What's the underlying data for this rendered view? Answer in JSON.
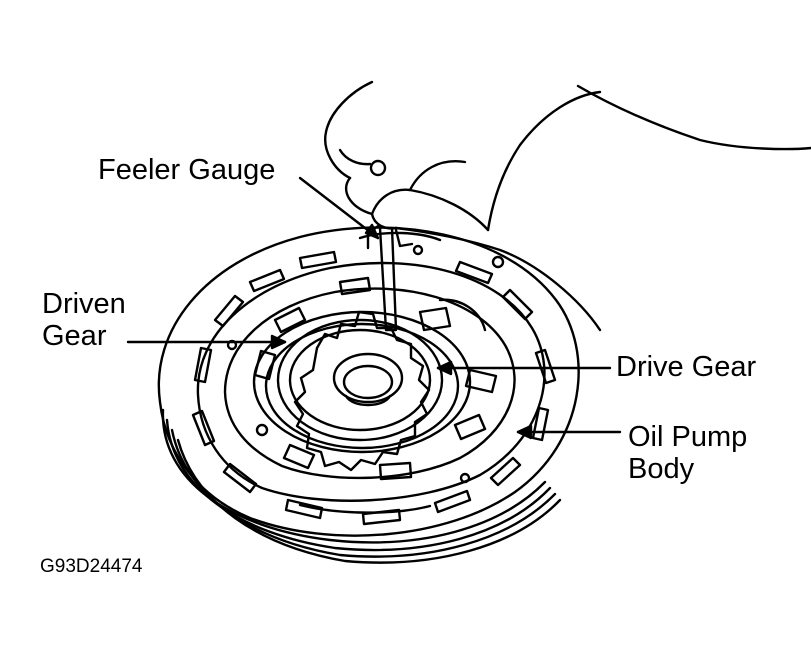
{
  "labels": {
    "feeler_gauge": "Feeler Gauge",
    "driven_gear": [
      "Driven",
      "Gear"
    ],
    "drive_gear": "Drive Gear",
    "oil_pump_body": [
      "Oil Pump",
      "Body"
    ]
  },
  "figure_code": "G93D24474",
  "colors": {
    "line": "#000000",
    "background": "#ffffff"
  }
}
